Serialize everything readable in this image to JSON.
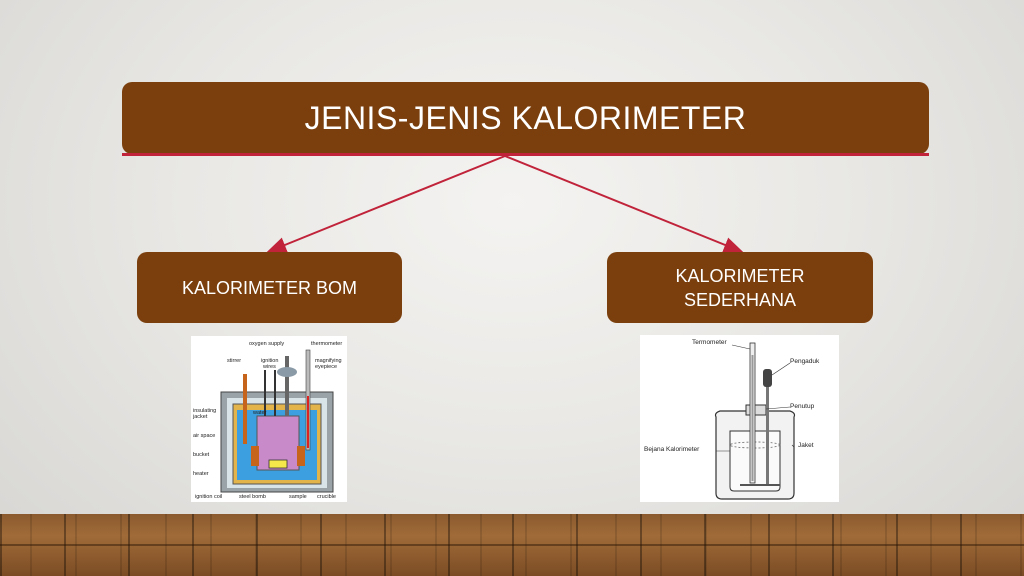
{
  "title": "JENIS-JENIS KALORIMETER",
  "left_box": "KALORIMETER BOM",
  "right_box_line1": "KALORIMETER",
  "right_box_line2": "SEDERHANA",
  "bomb_labels": {
    "oxygen_supply": "oxygen supply",
    "thermometer": "thermometer",
    "stirrer": "stirrer",
    "ignition_wires_1": "ignition",
    "ignition_wires_2": "wires",
    "magnifying_1": "magnifying",
    "magnifying_2": "eyepiece",
    "insulating_1": "insulating",
    "insulating_2": "jacket",
    "water": "water",
    "air_space": "air space",
    "bucket": "bucket",
    "heater": "heater",
    "ignition_coil": "ignition coil",
    "steel_bomb": "steel bomb",
    "sample": "sample",
    "crucible": "crucible"
  },
  "simple_labels": {
    "termometer": "Termometer",
    "pengaduk": "Pengaduk",
    "penutup": "Penutup",
    "jaket": "Jaket",
    "bejana": "Bejana Kalorimeter"
  },
  "colors": {
    "box_fill": "#7a3f0d",
    "accent_line": "#c0233a"
  }
}
